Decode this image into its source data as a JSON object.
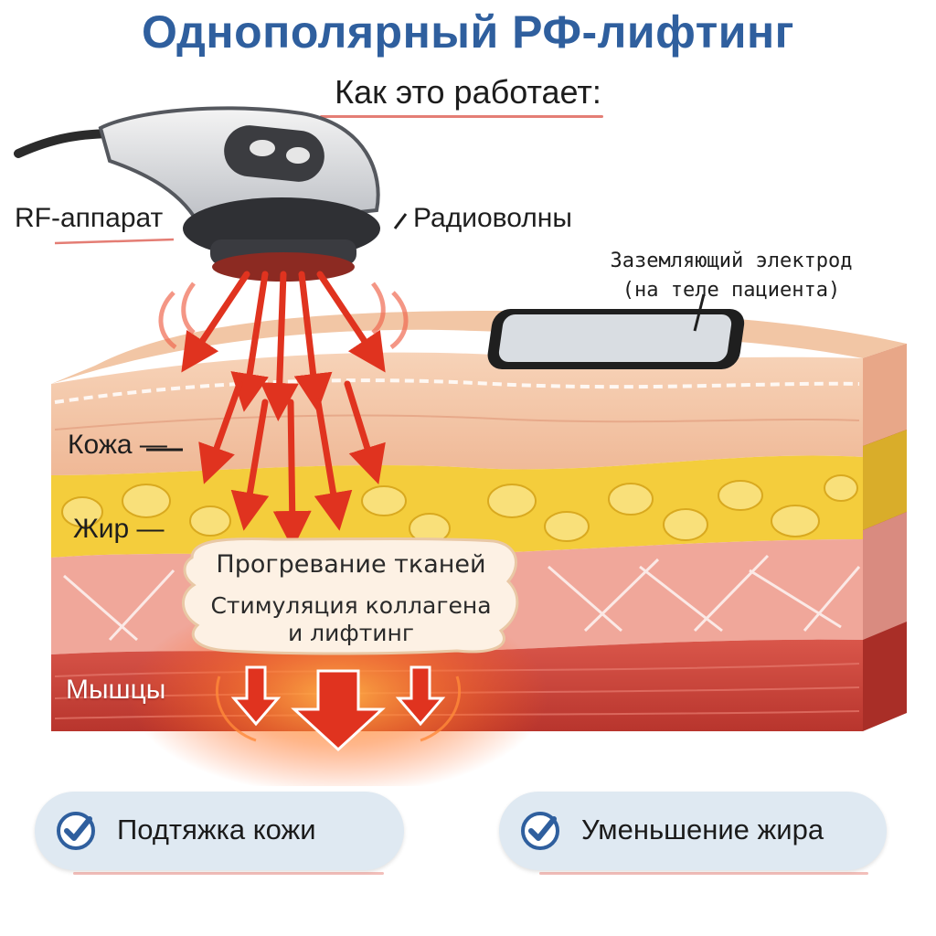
{
  "title": "Однополярный РФ-лифтинг",
  "subtitle": "Как это работает:",
  "labels": {
    "device": "RF-аппарат",
    "waves": "Радиоволны",
    "electrode_line1": "Заземляющий электрод",
    "electrode_line2": "(на теле пациента)",
    "skin": "Кожа —",
    "fat": "Жир —",
    "muscle": "Мышцы"
  },
  "heating": {
    "line1": "Прогревание тканей",
    "line2": "Стимуляция коллагена",
    "line3": "и лифтинг"
  },
  "benefits": [
    {
      "label": "Подтяжка кожи",
      "icon": "check-circle-icon"
    },
    {
      "label": "Уменьшение жира",
      "icon": "check-circle-icon"
    }
  ],
  "colors": {
    "title": "#2f5f9e",
    "arrow": "#e0331f",
    "skin": "#f6c9b0",
    "fat": "#f4cd3c",
    "dermis": "#f0a79a",
    "muscle": "#cf4a3f",
    "pill": "#dfe9f2",
    "check": "#2f5f9e"
  }
}
